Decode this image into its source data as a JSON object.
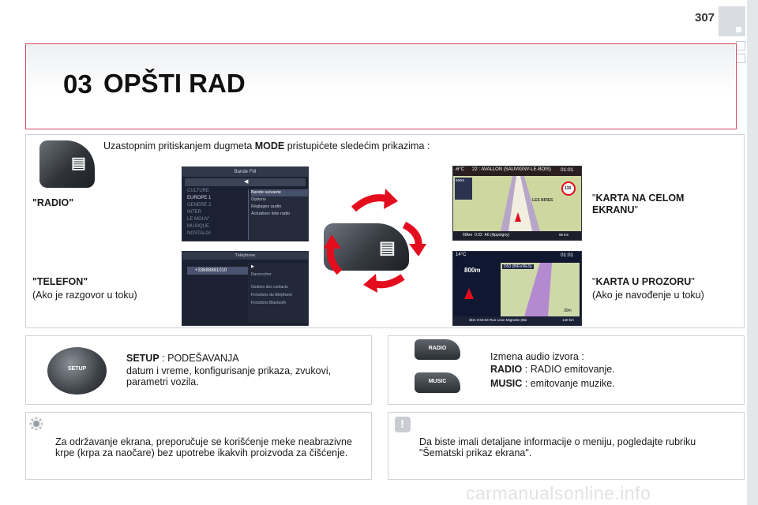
{
  "page": {
    "number": "307"
  },
  "header": {
    "chapter": "03",
    "title": "OPŠTI RAD"
  },
  "intro": {
    "before": "Uzastopnim pritiskanjem dugmeta ",
    "keyword": "MODE",
    "after": " pristupićete sledećim prikazima :"
  },
  "modes": {
    "radio": {
      "label": "\"RADIO\""
    },
    "telefon": {
      "label": "\"TELEFON\"",
      "note": "(Ako je razgovor u toku)"
    },
    "map_full": {
      "q1": "\"",
      "label": "KARTA NA CELOM EKRANU",
      "q2": "\""
    },
    "map_window": {
      "q1": "\"",
      "label": "KARTA U PROZORU",
      "q2": "\"",
      "note": "(Ako je navođenje u toku)"
    }
  },
  "radio_screen": {
    "title": "Bande FM",
    "stations": [
      "CULTURE",
      "EUROPE 1",
      "GENERE 2",
      "INTER",
      "LE MOUV'",
      "MUSIQUE",
      "NOSTALGI"
    ],
    "menu": [
      "Bande suivante",
      "Options",
      "Réglages audio",
      "Actualiser liste radio"
    ]
  },
  "phone_screen": {
    "title": "Téléphone",
    "number": "+33688881010",
    "menu": [
      "Raccrocher",
      "Gestion des contacts",
      "Fonctions du téléphone",
      "Fonctions  Bluetooth"
    ]
  },
  "map_full_screen": {
    "temp": "-6°C",
    "road": "22 : AVALLON (SAUVIGNY-LE-BOIS)",
    "time": "01:01",
    "turn_distance": "560m",
    "speed": "130",
    "place": "LES BRIES",
    "bottom_left": "60km",
    "bottom_mid": "0:32",
    "bottom_road": "A6 (Appoigny)",
    "bottom_right": "95 km"
  },
  "map_window_screen": {
    "temp": "14°C",
    "time": "01:01",
    "turn_distance": "800m",
    "road": "D53 (BIEVRES)",
    "right_distance": "30m",
    "bottom_left": "3km",
    "bottom_mid": "0:03:04",
    "bottom_road": "Rue Leon Mignotte (Bie",
    "bottom_right": "140 km"
  },
  "buttons": {
    "setup": "SETUP",
    "radio": "RADIO",
    "music": "MUSIC"
  },
  "setup": {
    "title": "SETUP",
    "title_rest": " : PODEŠAVANJA",
    "line1": "datum i vreme, konfigurisanje prikaza, zvukovi,",
    "line2": "parametri vozila."
  },
  "audio": {
    "heading": "Izmena audio izvora :",
    "radio_key": "RADIO",
    "radio_text": " : RADIO emitovanje.",
    "music_key": "MUSIC",
    "music_text": " : emitovanje muzike."
  },
  "tip": {
    "line1": "Za održavanje ekrana, preporučuje se korišćenje meke neabrazivne",
    "line2": "krpe (krpa za naočare) bez upotrebe ikakvih proizvoda za čišćenje."
  },
  "warning": {
    "line1": "Da biste imali detaljane informacije o meniju, pogledajte rubriku",
    "line2": "\"Šematski prikaz ekrana\"."
  },
  "watermark": "carmanualsonline.info",
  "colors": {
    "accent_red": "#e30d1e",
    "header_border": "#d34a60",
    "panel_border": "#cfd3d8"
  }
}
